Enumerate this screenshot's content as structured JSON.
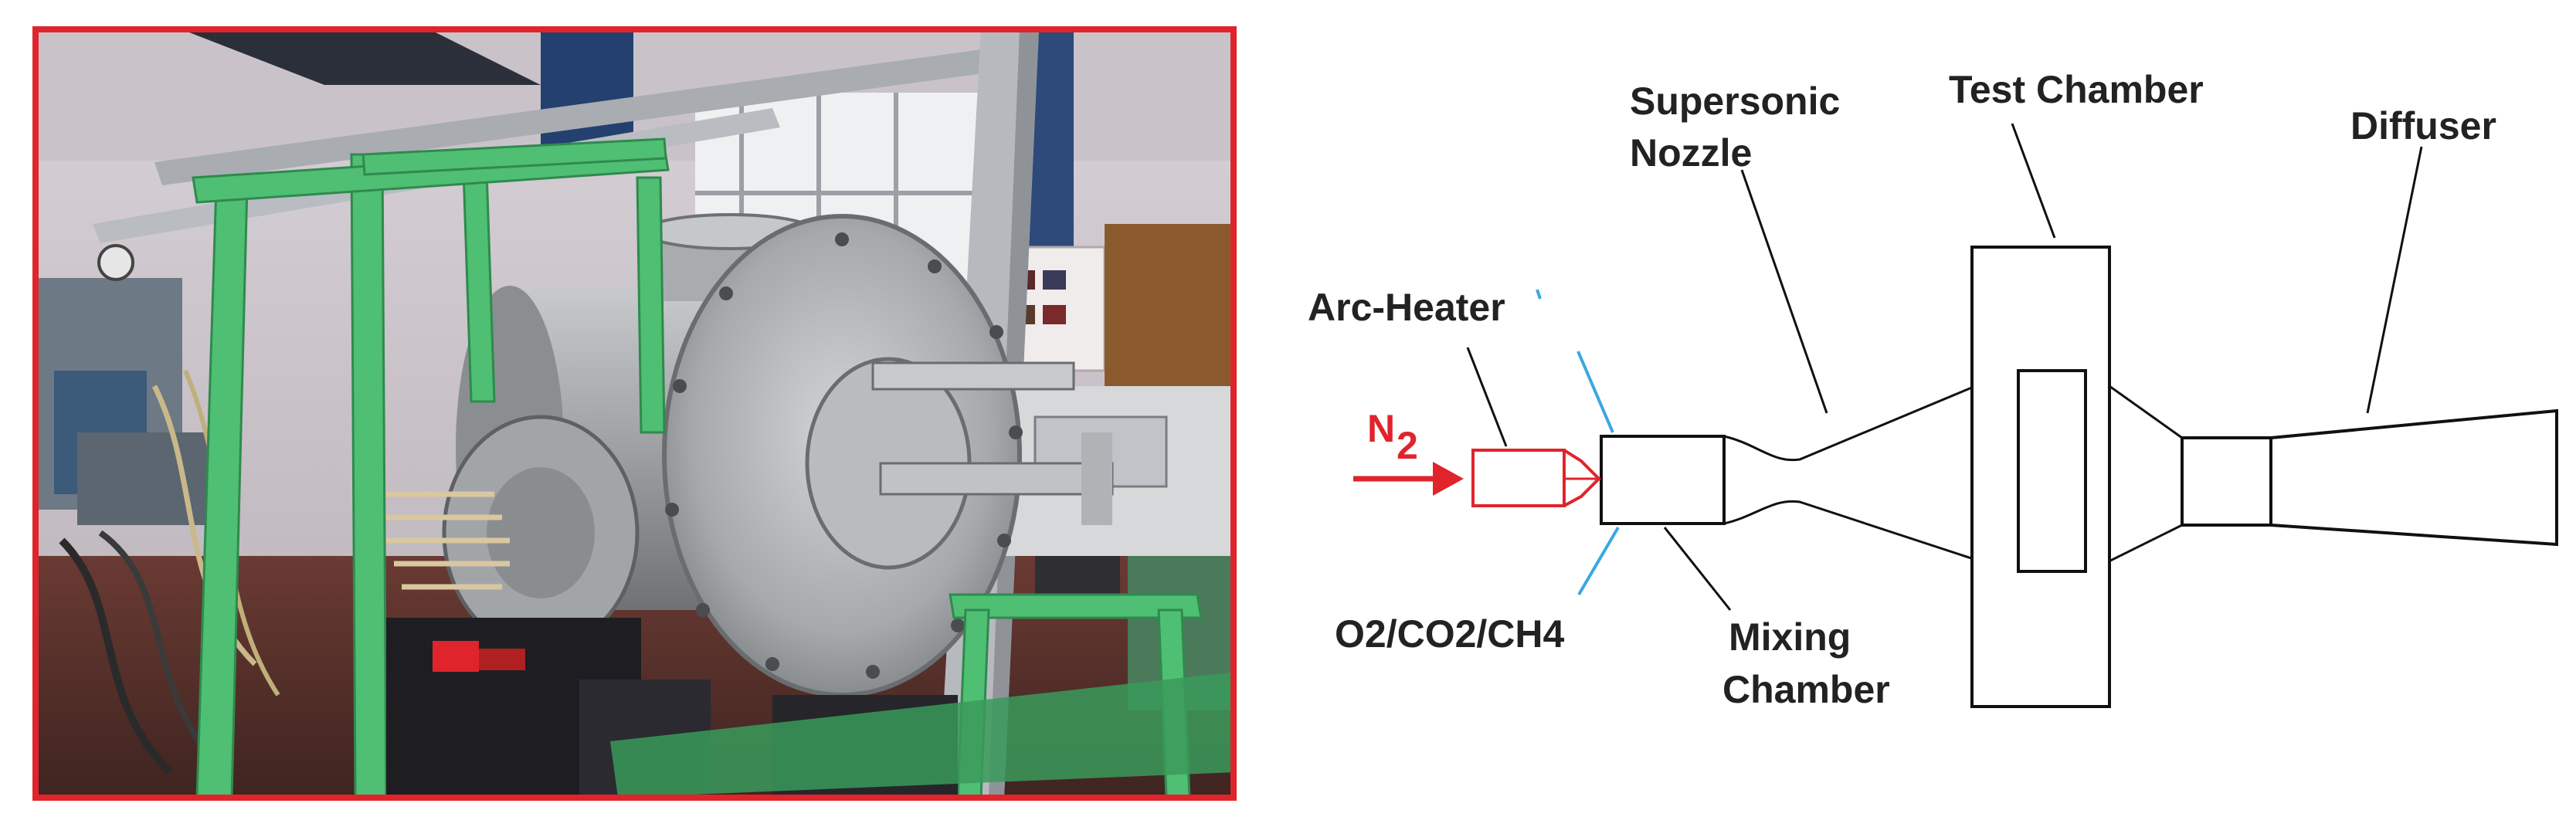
{
  "photo": {
    "description_icon": "wind-tunnel-photo",
    "frame_color": "#e0242c"
  },
  "diagram": {
    "labels": {
      "supersonic_line1": "Supersonic",
      "supersonic_line2": "Nozzle",
      "test_chamber": "Test Chamber",
      "diffuser": "Diffuser",
      "arc_heater": "Arc-Heater",
      "n2_main": "N",
      "n2_sub": "2",
      "gases": "O2/CO2/CH4",
      "mixing_line1": "Mixing",
      "mixing_line2": "Chamber"
    },
    "colors": {
      "inlet": "#e0242c",
      "injection": "#3aa8e0",
      "outline": "#111111"
    }
  }
}
